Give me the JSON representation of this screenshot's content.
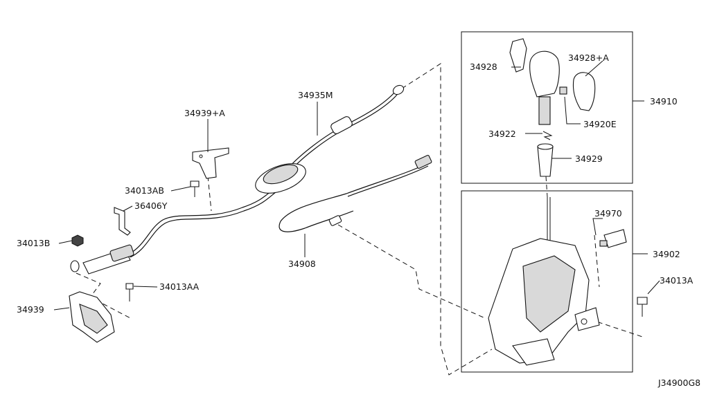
{
  "diagram": {
    "callouts": {
      "p34939A": "34939+A",
      "p34935M": "34935M",
      "p34013AB": "34013AB",
      "p36406Y": "36406Y",
      "p34013B": "34013B",
      "p34013AA": "34013AA",
      "p34939": "34939",
      "p34908": "34908",
      "p34928": "34928",
      "p34928A": "34928+A",
      "p34910": "34910",
      "p34922": "34922",
      "p34920E": "34920E",
      "p34929": "34929",
      "p34970": "34970",
      "p34902": "34902",
      "p34013A": "34013A"
    },
    "drawing_number": "J34900G8"
  }
}
